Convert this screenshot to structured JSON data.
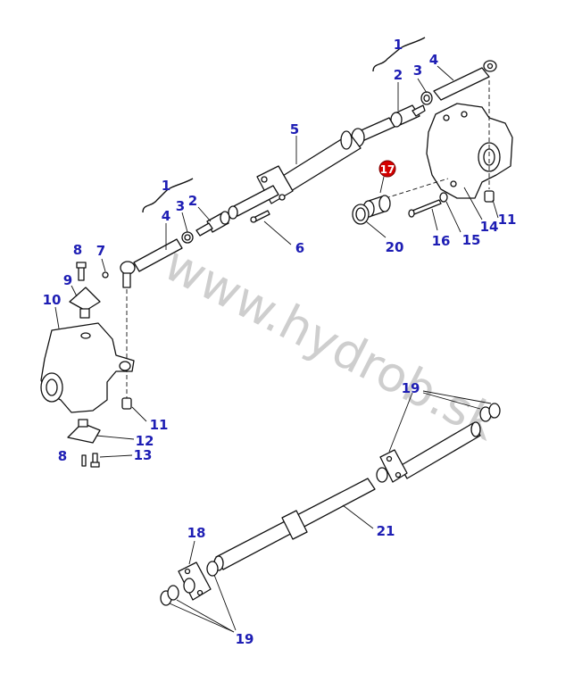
{
  "watermark": "www.hydrob.sk",
  "highlight_color": "#d40000",
  "label_color": "#1e1eb4",
  "callouts": {
    "upper_assembly": "1",
    "upper_ball_joint_right": "2",
    "upper_nut_right": "3",
    "upper_rod_end_right": "4",
    "cylinder": "5",
    "cylinder_bolt": "6",
    "left_assembly": "1",
    "left_ball_joint": "2",
    "left_nut": "3",
    "left_rod_end": "4",
    "grease_fitting": "7",
    "upper_bolt": "8",
    "upper_plate": "9",
    "left_knuckle": "10",
    "left_cap": "11",
    "lower_plate": "12",
    "lower_bolt": "13",
    "lower_bolt_label": "8",
    "right_knuckle": "14",
    "washer": "15",
    "bolt": "16",
    "bushing_highlighted": "17",
    "seal": "20",
    "right_cap": "11",
    "upper_o_rings": "19",
    "lower_flange": "18",
    "rod": "21",
    "lower_o_rings": "19"
  }
}
